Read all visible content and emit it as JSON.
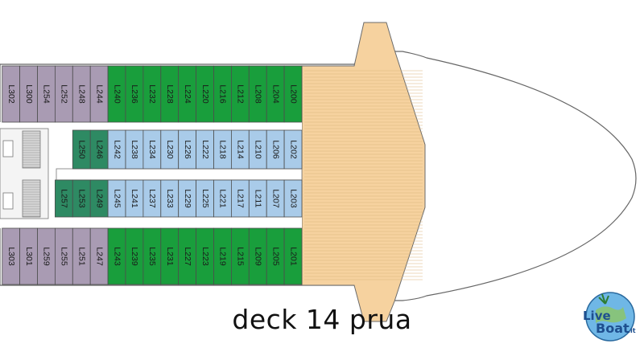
{
  "caption": "deck 14 prua",
  "logo": {
    "word1": "Live",
    "word2": "Boat",
    "suffix": ".it"
  },
  "colors": {
    "aft_purple": "#a99bb3",
    "outer_green": "#199e3c",
    "inner_green": "#2e8a63",
    "inner_blue": "#a9cbe9",
    "deck_wood": "#f6d29f",
    "outline": "#555555"
  },
  "cabins": {
    "top_row": [
      "L302",
      "L300",
      "L254",
      "L252",
      "L248",
      "L244",
      "L240",
      "L236",
      "L232",
      "L228",
      "L224",
      "L220",
      "L216",
      "L212",
      "L208",
      "L204",
      "L200"
    ],
    "upper_inner": [
      "L250",
      "L246",
      "L242",
      "L238",
      "L234",
      "L230",
      "L226",
      "L222",
      "L218",
      "L214",
      "L210",
      "L206",
      "L202"
    ],
    "lower_inner": [
      "L257",
      "L253",
      "L249",
      "L245",
      "L241",
      "L237",
      "L233",
      "L229",
      "L225",
      "L221",
      "L217",
      "L211",
      "L207",
      "L203"
    ],
    "bottom_row": [
      "L303",
      "L301",
      "L259",
      "L255",
      "L251",
      "L247",
      "L243",
      "L239",
      "L235",
      "L231",
      "L227",
      "L223",
      "L219",
      "L215",
      "L209",
      "L205",
      "L201"
    ]
  }
}
